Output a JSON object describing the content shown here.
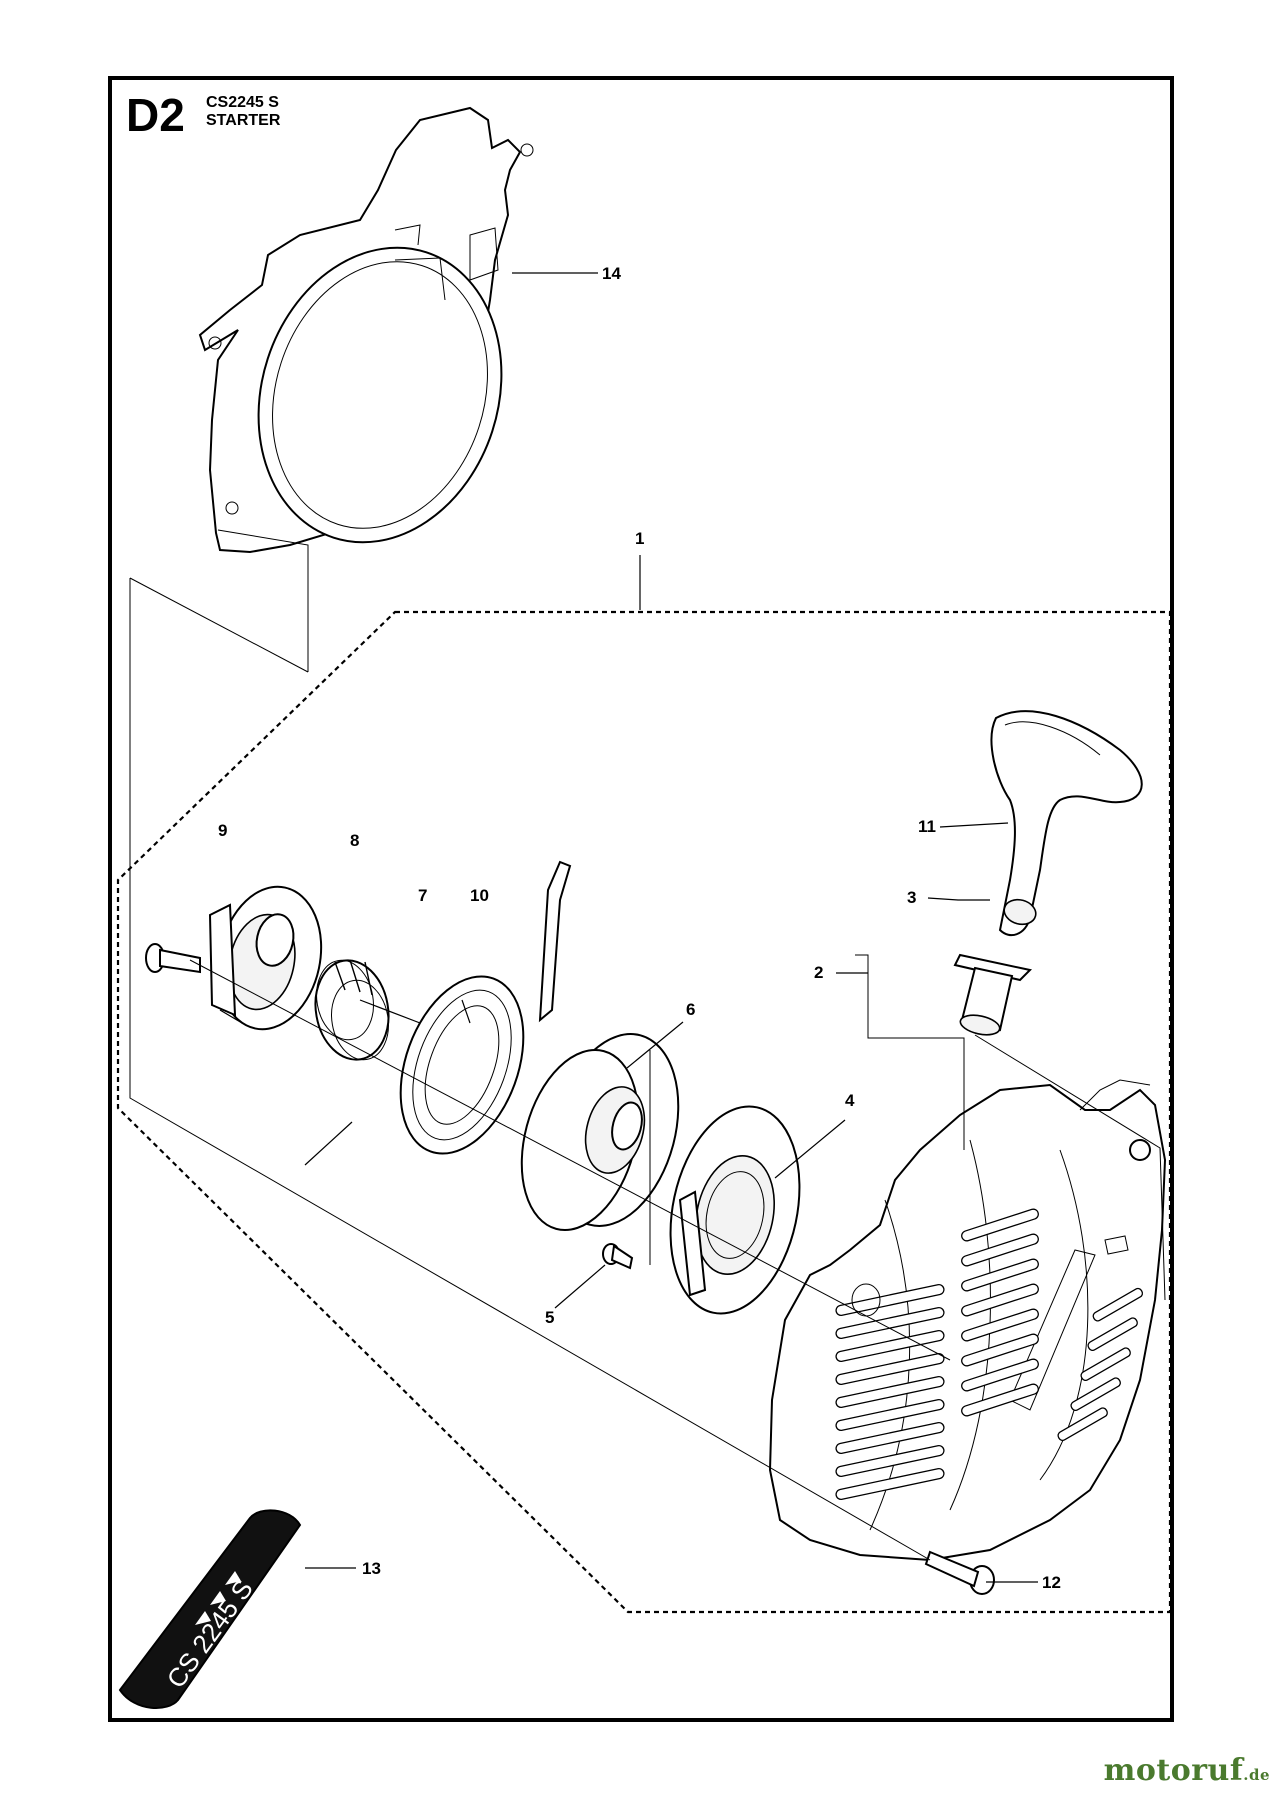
{
  "header": {
    "section_code": "D2",
    "model": "CS2245 S",
    "group": "STARTER"
  },
  "decal": {
    "text": "CS 2245 S"
  },
  "callouts": [
    "1",
    "2",
    "3",
    "4",
    "5",
    "6",
    "7",
    "8",
    "9",
    "10",
    "11",
    "12",
    "13",
    "14"
  ],
  "watermark": {
    "brand": "motoruf",
    "tld": ".de",
    "color": "#4a7a2e"
  }
}
